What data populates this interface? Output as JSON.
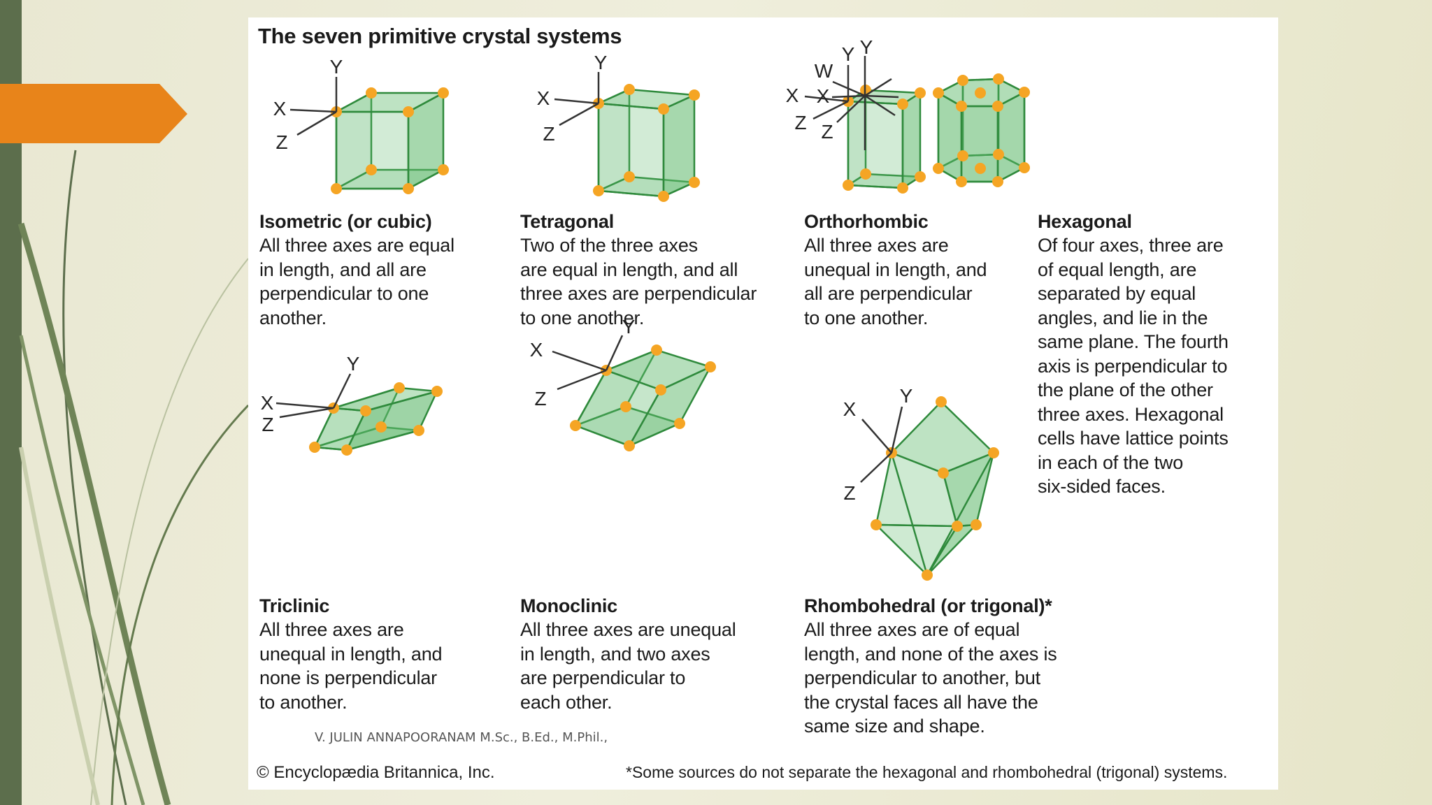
{
  "title": "The seven primitive crystal systems",
  "systems": [
    {
      "name": "Isometric (or cubic)",
      "desc": "All three axes are equal\nin length, and all are\nperpendicular to one\nanother."
    },
    {
      "name": "Tetragonal",
      "desc": "Two of the three axes\nare equal in length, and all\nthree axes are perpendicular\nto one another."
    },
    {
      "name": "Orthorhombic",
      "desc": "All three axes are\nunequal in length, and\nall are perpendicular\nto one another."
    },
    {
      "name": "Hexagonal",
      "desc": "Of four axes, three are\nof equal length, are\nseparated by equal\nangles, and lie in the\nsame plane. The fourth\naxis is perpendicular to\nthe plane of the other\nthree axes. Hexagonal\ncells have lattice points\nin each of the two\nsix-sided faces."
    },
    {
      "name": "Triclinic",
      "desc": "All three axes are\nunequal in length, and\nnone is perpendicular\nto another."
    },
    {
      "name": "Monoclinic",
      "desc": "All three axes are unequal\nin length, and two axes\nare perpendicular to\neach other."
    },
    {
      "name": "Rhombohedral (or trigonal)*",
      "desc": "All three axes are of equal\nlength, and none of the axes is\nperpendicular to another, but\nthe crystal faces all have the\nsame size and shape."
    }
  ],
  "axis_labels": {
    "x": "X",
    "y": "Y",
    "z": "Z",
    "w": "W"
  },
  "copyright": "© Encyclopædia Britannica, Inc.",
  "footnote": "*Some sources do not separate the hexagonal and rhombohedral (trigonal) systems.",
  "author": "V. JULIN ANNAPOORANAM M.Sc., B.Ed., M.Phil.,",
  "colors": {
    "accent_arrow": "#e8841a",
    "left_bar": "#5c6e4c",
    "crystal_fill": "#5db86a",
    "crystal_edge": "#2f8a3c",
    "lattice_point": "#f5a524"
  }
}
